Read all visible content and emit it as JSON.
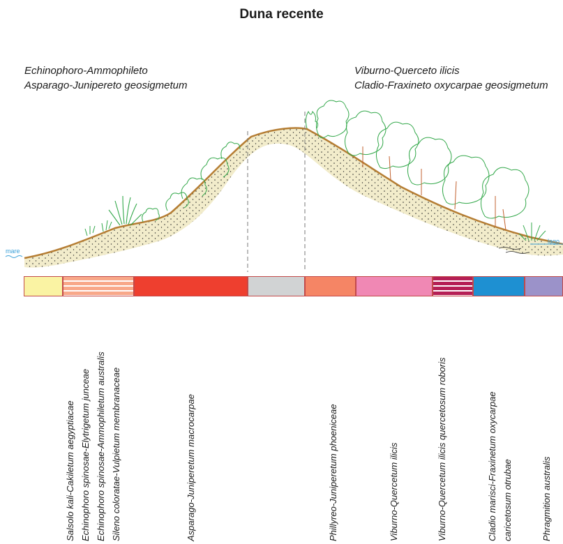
{
  "title": "Duna recente",
  "associations": {
    "left": {
      "line1": "Echinophoro-Ammophileto",
      "line2": "Asparago-Junipereto geosigmetum"
    },
    "right": {
      "line1": "Viburno-Querceto ilicis",
      "line2": "Cladio-Fraxineto oxycarpae geosigmetum"
    }
  },
  "water_labels": {
    "sea": "mare",
    "lake": "lago"
  },
  "colors": {
    "sand": "#f2eccb",
    "dune_line": "#b57d33",
    "vegetation": "#33a84a",
    "tree_trunk": "#c2612f",
    "water": "#3aa0d8"
  },
  "zones": [
    {
      "id": "salsolo",
      "color": "#faf3a3",
      "striped": false
    },
    {
      "id": "echinophoro",
      "color": "#f8a889",
      "striped": true,
      "stripe_color": "#ffffff"
    },
    {
      "id": "asparago",
      "color": "#ee3f2f",
      "striped": false
    },
    {
      "id": "dune-crest",
      "color": "#d1d3d4",
      "striped": false
    },
    {
      "id": "phillyreo",
      "color": "#f58565",
      "striped": false
    },
    {
      "id": "viburno-quercetum",
      "color": "#f088b4",
      "striped": false
    },
    {
      "id": "viburno-roboris",
      "color": "#b51f55",
      "striped": true,
      "stripe_color": "#ffffff"
    },
    {
      "id": "cladio",
      "color": "#1e90d2",
      "striped": false
    },
    {
      "id": "phragmition",
      "color": "#9b92c9",
      "striped": false
    }
  ],
  "vegetation_labels": [
    "Salsolo kali-Cakiletum aegyptiacae",
    "Echinophoro spinosae-Elytrigetum junceae",
    "Echinophoro spinosae-Ammophiletum australis",
    "Sileno coloratae-Vulpietum membranaceae",
    "Asparago-Juniperetum  macrocarpae",
    "Phillyreo-Juniperetum phoeniceae",
    "Viburno-Quercetum ilicis",
    "Viburno-Quercetum ilicis quercetosum roboris",
    "Cladio marisci-Fraxinetum oxycarpae",
    "caricetosum otrubae",
    "Phragmition australis"
  ]
}
